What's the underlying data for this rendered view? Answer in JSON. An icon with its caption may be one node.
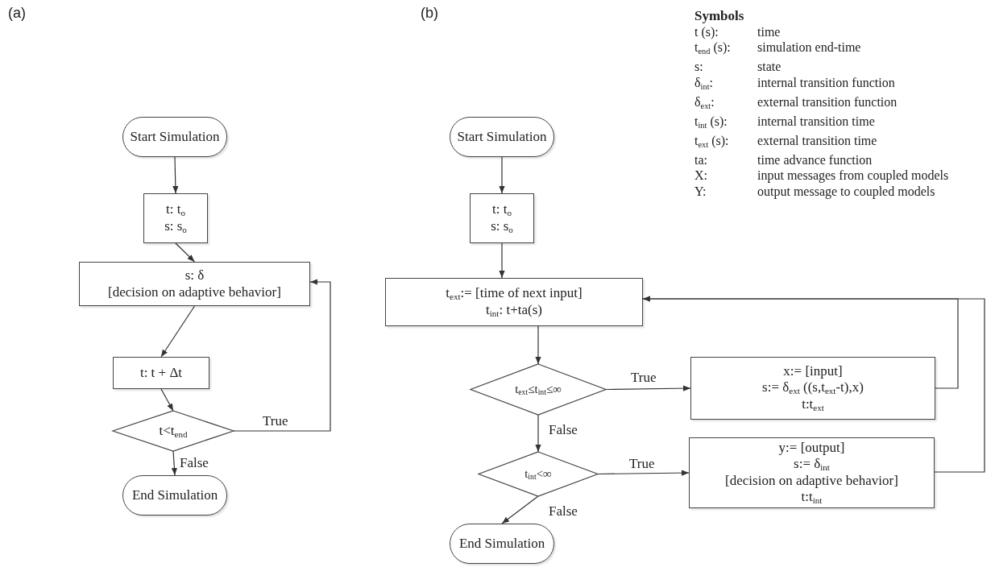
{
  "diagram": {
    "nodes": [
      {
        "text": [
          "Start Simulation"
        ]
      },
      {
        "text": [
          "t: t$_{o}$",
          "s: s$_{o}$"
        ]
      },
      {
        "text": [
          "s: δ",
          "[decision on adaptive behavior]"
        ]
      },
      {
        "text": [
          "t: t + Δt"
        ]
      },
      {
        "text": [
          "t<t$_{end}$"
        ]
      },
      {
        "text": [
          "End Simulation"
        ]
      },
      {
        "text": [
          "Start Simulation"
        ]
      },
      {
        "text": [
          "t: t$_{o}$",
          "s: s$_{o}$"
        ]
      },
      {
        "text": [
          "t$_{ext}$:= [time of next input]",
          "t$_{int}$: t+ta(s)"
        ]
      },
      {
        "text": [
          "t$_{ext}$≤t$_{int}$≤∞"
        ]
      },
      {
        "text": [
          "x:= [input]",
          "s:= δ$_{ext}$ ((s,t$_{ext}$-t),x)",
          "t:t$_{ext}$"
        ]
      },
      {
        "text": [
          "t$_{int}$<∞"
        ]
      },
      {
        "text": [
          "y:= [output]",
          "s:= δ$_{int}$",
          "[decision on adaptive behavior]",
          "t:t$_{int}$"
        ]
      },
      {
        "text": [
          "End Simulation"
        ]
      }
    ],
    "edges": [
      {
        "from": 0,
        "to": 1,
        "arrow": "to"
      },
      {
        "from": 1,
        "to": 2,
        "arrow": "to"
      },
      {
        "from": 2,
        "to": 3,
        "arrow": "to"
      },
      {
        "from": 3,
        "to": 4,
        "arrow": "to"
      },
      {
        "from": 4,
        "to": 2,
        "arrow": "to",
        "label": "True"
      },
      {
        "from": 4,
        "to": 5,
        "arrow": "to",
        "label": "False"
      },
      {
        "from": 6,
        "to": 7,
        "arrow": "to"
      },
      {
        "from": 7,
        "to": 8,
        "arrow": "to"
      },
      {
        "from": 8,
        "to": 9,
        "arrow": "to"
      },
      {
        "from": 9,
        "to": 10,
        "arrow": "to",
        "label": "True"
      },
      {
        "from": 10,
        "to": 8,
        "arrow": "to"
      },
      {
        "from": 9,
        "to": 11,
        "arrow": "to",
        "label": "False"
      },
      {
        "from": 11,
        "to": 12,
        "arrow": "to",
        "label": "True"
      },
      {
        "from": 12,
        "to": 8,
        "arrow": "to"
      },
      {
        "from": 11,
        "to": 13,
        "arrow": "to",
        "label": "False"
      }
    ],
    "labels": [
      "(a)",
      "(b)",
      "Symbols",
      "t (s):",
      "time",
      "t$_{end}$ (s):",
      "simulation end-time",
      "s:",
      "state",
      "δ$_{int}$:",
      "internal transition function",
      "δ$_{ext}$:",
      "external transition function",
      "t$_{int}$ (s):",
      "internal transition time",
      "t$_{ext}$ (s):",
      "external transition time",
      "ta:",
      "time advance function",
      "X:",
      "input messages from coupled models",
      "Y:",
      "output message to coupled models"
    ]
  }
}
